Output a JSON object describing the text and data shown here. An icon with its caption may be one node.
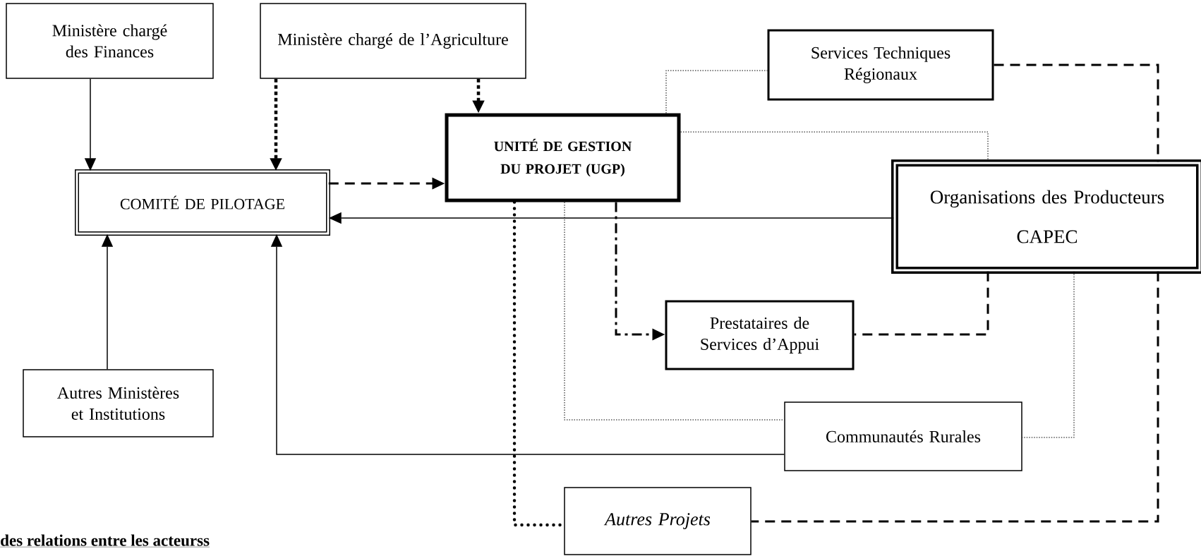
{
  "diagram": {
    "nodes": [
      {
        "text": [
          "Ministère chargé des Finances"
        ]
      },
      {
        "text": [
          "Ministère chargé de l’Agriculture"
        ]
      },
      {
        "text": [
          "UNITÉ DE GESTION DU PROJET (UGP)"
        ]
      },
      {
        "text": [
          "COMITÉ DE PILOTAGE"
        ]
      },
      {
        "text": [
          "Services Techniques Régionaux"
        ]
      },
      {
        "text": [
          "Organisations des Producteurs",
          "CAPEC"
        ]
      },
      {
        "text": [
          "Autres Ministères et Institutions"
        ]
      },
      {
        "text": [
          "Prestataires de Services d’Appui"
        ]
      },
      {
        "text": [
          "Communautés Rurales"
        ]
      },
      {
        "text": [
          "Autres Projets"
        ]
      }
    ],
    "edges": [
      {
        "from": 0,
        "to": 3,
        "arrow": "to"
      },
      {
        "from": 1,
        "to": 3,
        "arrow": "to",
        "style": "dashed"
      },
      {
        "from": 1,
        "to": 2,
        "arrow": "to",
        "style": "dashed"
      },
      {
        "from": 3,
        "to": 2,
        "arrow": "to",
        "style": "dashed"
      },
      {
        "from": 5,
        "to": 3,
        "arrow": "to"
      },
      {
        "from": 6,
        "to": 3,
        "arrow": "to"
      },
      {
        "from": 8,
        "to": 3,
        "arrow": "to"
      },
      {
        "from": 2,
        "to": 7,
        "arrow": "to",
        "style": "dashed"
      },
      {
        "from": 2,
        "to": 9,
        "arrow": "none",
        "style": "dashed"
      },
      {
        "from": 2,
        "to": 4,
        "arrow": "none",
        "style": "dashed"
      },
      {
        "from": 2,
        "to": 5,
        "arrow": "none",
        "style": "dashed"
      },
      {
        "from": 2,
        "to": 8,
        "arrow": "none",
        "style": "dashed"
      },
      {
        "from": 5,
        "to": 8,
        "arrow": "none",
        "style": "dashed"
      },
      {
        "from": 4,
        "to": 5,
        "arrow": "none",
        "style": "dashed"
      },
      {
        "from": 5,
        "to": 7,
        "arrow": "none",
        "style": "dashed"
      },
      {
        "from": 5,
        "to": 9,
        "arrow": "none",
        "style": "dashed"
      }
    ],
    "labels": [
      "des relations entre les acteurss"
    ]
  }
}
